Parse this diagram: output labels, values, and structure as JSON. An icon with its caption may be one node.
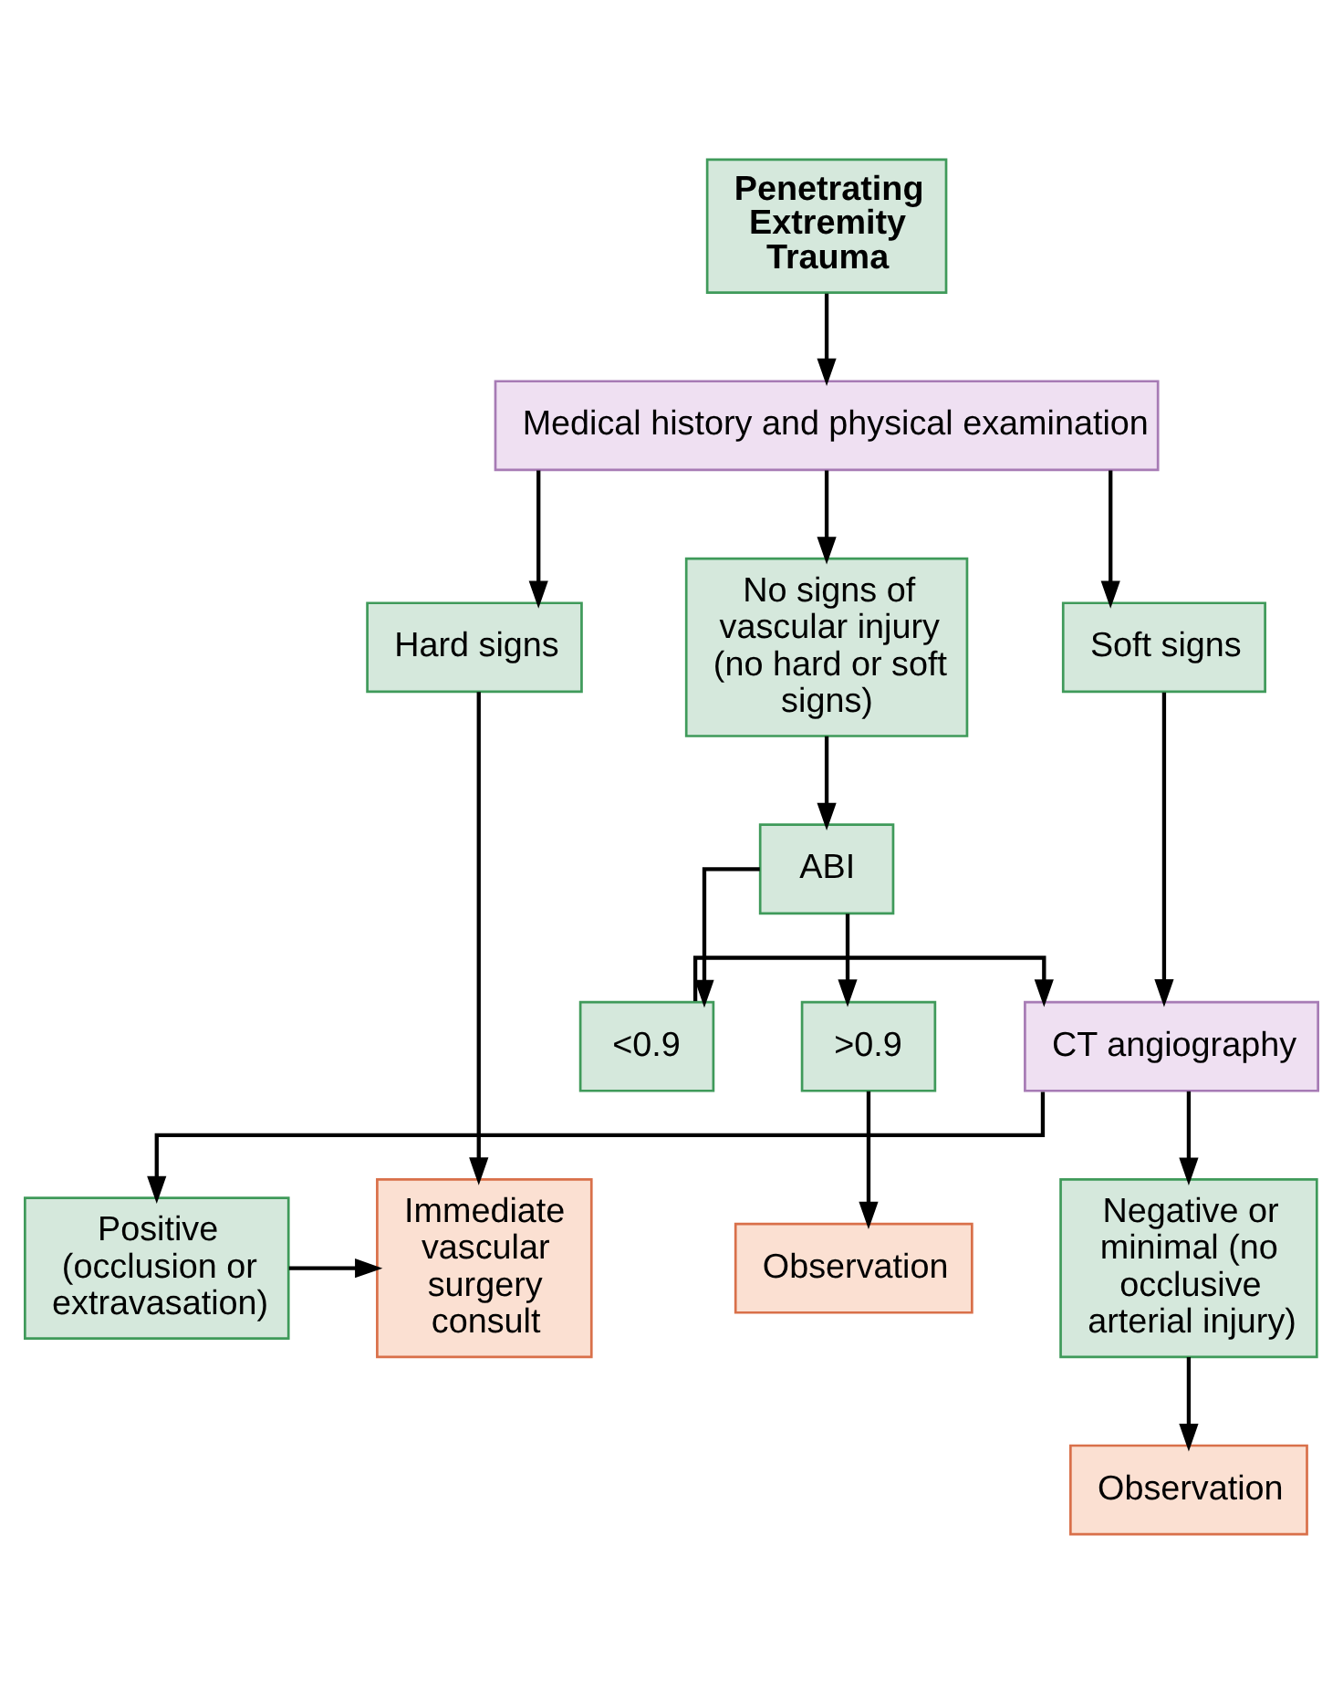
{
  "diagram": {
    "nodes": [
      {
        "text": [
          "Penetrating Extremity Trauma"
        ]
      },
      {
        "text": [
          "Medical history and physical examination"
        ]
      },
      {
        "text": [
          "Hard signs"
        ]
      },
      {
        "text": [
          "Soft signs"
        ]
      },
      {
        "text": [
          "No signs of vascular injury (no hard or soft signs)"
        ]
      },
      {
        "text": [
          "ABI"
        ]
      },
      {
        "text": [
          "CT angiography"
        ]
      },
      {
        "text": [
          "<0.9"
        ]
      },
      {
        "text": [
          ">0.9"
        ]
      },
      {
        "text": [
          "Immediate vascular surgery consult"
        ]
      },
      {
        "text": [
          "Positive (occlusion or extravasation)"
        ]
      },
      {
        "text": [
          "Negative or minimal (no occlusive arterial injury)"
        ]
      },
      {
        "text": [
          "Observation"
        ]
      },
      {
        "text": [
          "Observation"
        ]
      }
    ],
    "edges": [
      {
        "from": 0,
        "to": 1,
        "arrow": "to"
      },
      {
        "from": 1,
        "to": 2,
        "arrow": "to"
      },
      {
        "from": 1,
        "to": 3,
        "arrow": "to"
      },
      {
        "from": 1,
        "to": 4,
        "arrow": "to"
      },
      {
        "from": 2,
        "to": 9,
        "arrow": "to"
      },
      {
        "from": 3,
        "to": 6,
        "arrow": "to"
      },
      {
        "from": 4,
        "to": 5,
        "arrow": "to"
      },
      {
        "from": 5,
        "to": 7,
        "arrow": "to"
      },
      {
        "from": 5,
        "to": 8,
        "arrow": "to"
      },
      {
        "from": 7,
        "to": 6,
        "arrow": "to"
      },
      {
        "from": 6,
        "to": 10,
        "arrow": "to"
      },
      {
        "from": 6,
        "to": 11,
        "arrow": "to"
      },
      {
        "from": 8,
        "to": 12,
        "arrow": "to"
      },
      {
        "from": 10,
        "to": 9,
        "arrow": "to"
      },
      {
        "from": 11,
        "to": 13,
        "arrow": "to"
      }
    ]
  }
}
